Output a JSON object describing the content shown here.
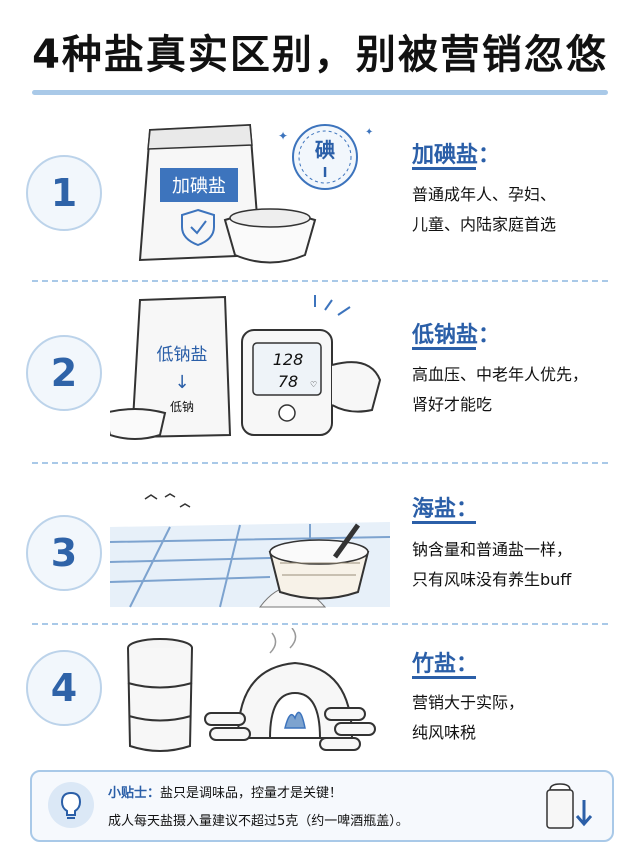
{
  "title": "4种盐真实区别，别被营销忽悠",
  "sections": [
    {
      "number": "1",
      "heading": "加碘盐：",
      "lines": [
        "普通成年人、孕妇、",
        "儿童、内陆家庭首选"
      ],
      "bag_label": "加碘盐",
      "badge_char": "碘",
      "badge_symbol": "I"
    },
    {
      "number": "2",
      "heading": "低钠盐：",
      "lines": [
        "高血压、中老年人优先，",
        "肾好才能吃"
      ],
      "bag_label": "低钠盐",
      "bag_sub": "低钠",
      "bp_sys": "128",
      "bp_dia": "78"
    },
    {
      "number": "3",
      "heading": "海盐：",
      "lines": [
        "钠含量和普通盐一样，",
        "只有风味没有养生buff"
      ]
    },
    {
      "number": "4",
      "heading": "竹盐：",
      "lines": [
        "营销大于实际，",
        "纯风味税"
      ]
    }
  ],
  "tip": {
    "label": "小贴士：",
    "line1": "盐只是调味品，控量才是关键！",
    "line2": "成人每天盐摄入量建议不超过5克（约一啤酒瓶盖）。"
  },
  "colors": {
    "accent": "#2b5fa8",
    "light_accent": "#a9c9e8",
    "badge_bg": "#f2f7fc"
  },
  "icons": [
    "shield-check-icon",
    "lightbulb-icon",
    "salt-shaker-icon",
    "down-arrow-icon",
    "heart-icon"
  ]
}
